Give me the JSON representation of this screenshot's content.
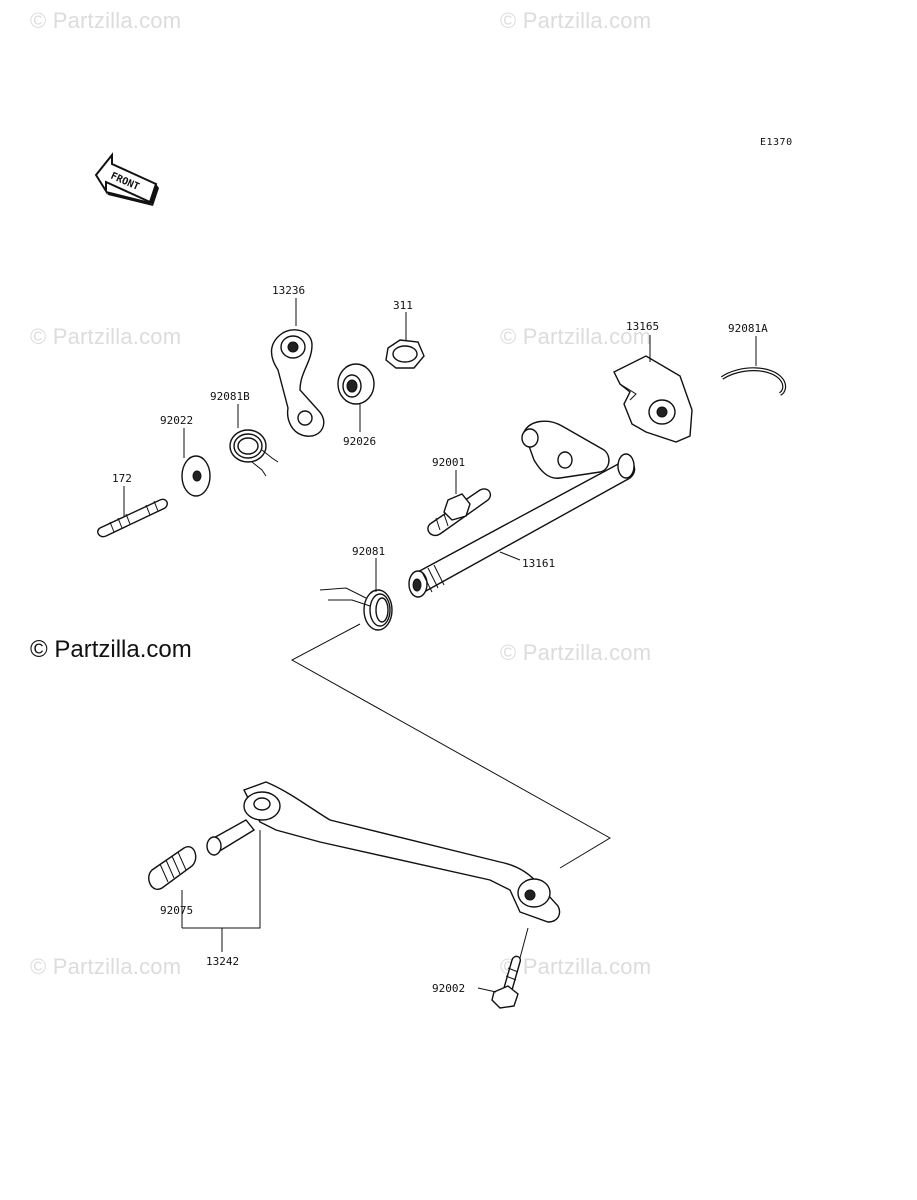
{
  "watermark_text": "© Partzilla.com",
  "copyright": "© Partzilla.com",
  "diagram_code": "E1370",
  "front_label": "FRONT",
  "labels": {
    "p13236": "13236",
    "p311": "311",
    "p13165": "13165",
    "p92081A": "92081A",
    "p92081B": "92081B",
    "p92022": "92022",
    "p92026": "92026",
    "p172": "172",
    "p92001": "92001",
    "p13161": "13161",
    "p92081": "92081",
    "p92075": "92075",
    "p13242": "13242",
    "p92002": "92002"
  }
}
